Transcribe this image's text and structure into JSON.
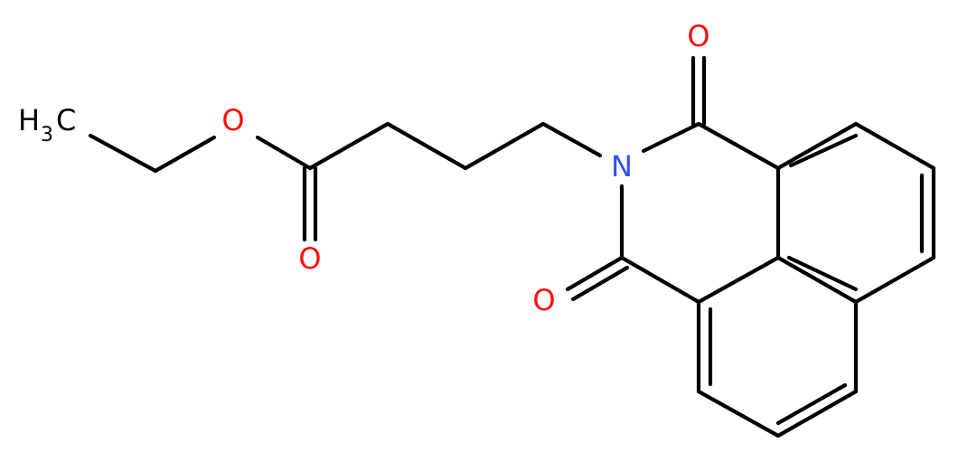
{
  "molecule": {
    "atoms": {
      "carbonyl_o_top": "O",
      "imide_n": "N",
      "carbonyl_o_bottom": "O",
      "ester_o": "O",
      "ester_carbonyl_o": "O",
      "methyl_h": "H",
      "methyl_subscript": "3",
      "methyl_c": "C"
    },
    "colors": {
      "oxygen": "#ff0d0d",
      "nitrogen": "#3050f8",
      "carbon": "#000000",
      "bond": "#000000"
    }
  }
}
